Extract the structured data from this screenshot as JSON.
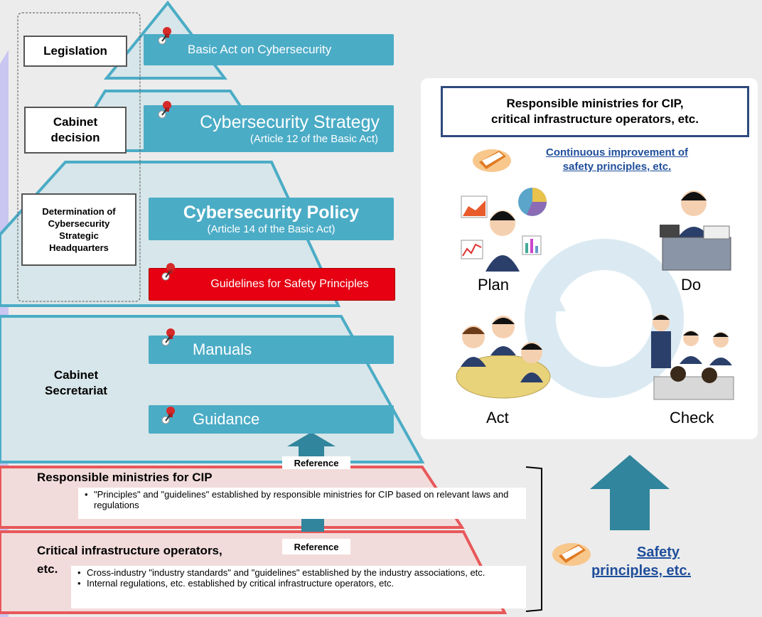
{
  "pyramid": {
    "tiers": [
      {
        "label": "Legislation"
      },
      {
        "label": "Cabinet decision"
      },
      {
        "label": "Determination of Cybersecurity Strategic Headquarters"
      },
      {
        "label": "Cabinet Secretariat"
      }
    ],
    "boxes": {
      "basic_act": "Basic Act on Cybersecurity",
      "strategy_title": "Cybersecurity Strategy",
      "strategy_sub": "(Article 12 of the Basic Act)",
      "policy_title": "Cybersecurity Policy",
      "policy_sub": "(Article 14 of the Basic Act)",
      "guidelines": "Guidelines for Safety Principles",
      "manuals": "Manuals",
      "guidance": "Guidance"
    }
  },
  "lower": {
    "reference_label": "Reference",
    "ministries_title": "Responsible ministries for CIP",
    "ministries_bullets": [
      "\"Principles\" and \"guidelines\" established by responsible ministries for CIP based on relevant laws and regulations"
    ],
    "operators_title_line1": "Critical infrastructure operators,",
    "operators_title_line2": "etc.",
    "operators_bullets": [
      "Cross-industry \"industry standards\" and \"guidelines\" established by the industry associations, etc.",
      "Internal regulations, etc. established by critical infrastructure operators, etc."
    ]
  },
  "panel": {
    "header_line1": "Responsible ministries for CIP,",
    "header_line2": "critical infrastructure operators, etc.",
    "improvement_line1": "Continuous improvement of",
    "improvement_line2": "safety principles, etc.",
    "cycle": [
      "Plan",
      "Do",
      "Act",
      "Check"
    ]
  },
  "safety_link": {
    "line1": "Safety",
    "line2": "principles, etc."
  },
  "colors": {
    "accent_blue": "#4bacc6",
    "red": "#e60012",
    "navy": "#2e4a7d",
    "arrow_teal": "#31859c",
    "pink": "#f2dcdb"
  },
  "icons": [
    "pin-icon",
    "book-icon",
    "arrow-up-icon"
  ]
}
